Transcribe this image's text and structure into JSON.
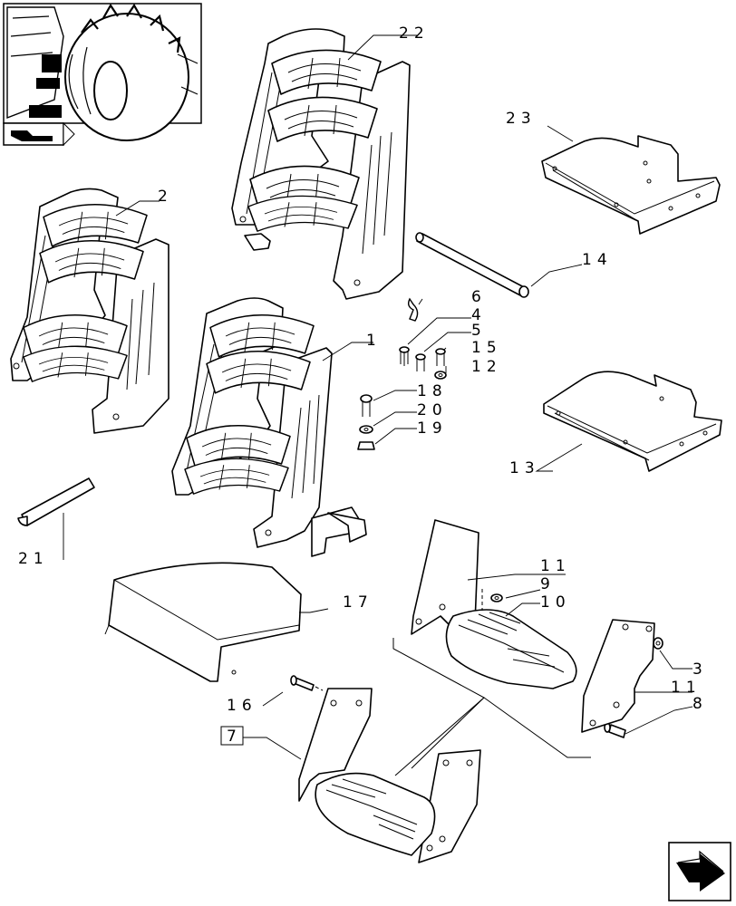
{
  "labels": {
    "l1": "1",
    "l2": "2",
    "l3": "3",
    "l4": "4",
    "l5": "5",
    "l6": "6",
    "l7": "7",
    "l8": "8",
    "l9": "9",
    "l10": "10",
    "l11a": "11",
    "l11b": "11",
    "l12": "12",
    "l13": "13",
    "l14": "14",
    "l15": "15",
    "l16": "16",
    "l17": "17",
    "l18": "18",
    "l19": "19",
    "l20": "20",
    "l21": "21",
    "l22": "22",
    "l23": "23"
  },
  "icons": {
    "thumbnail": "tractor-rear-wheel-thumbnail-icon",
    "nav": "next-page-arrow-icon"
  }
}
